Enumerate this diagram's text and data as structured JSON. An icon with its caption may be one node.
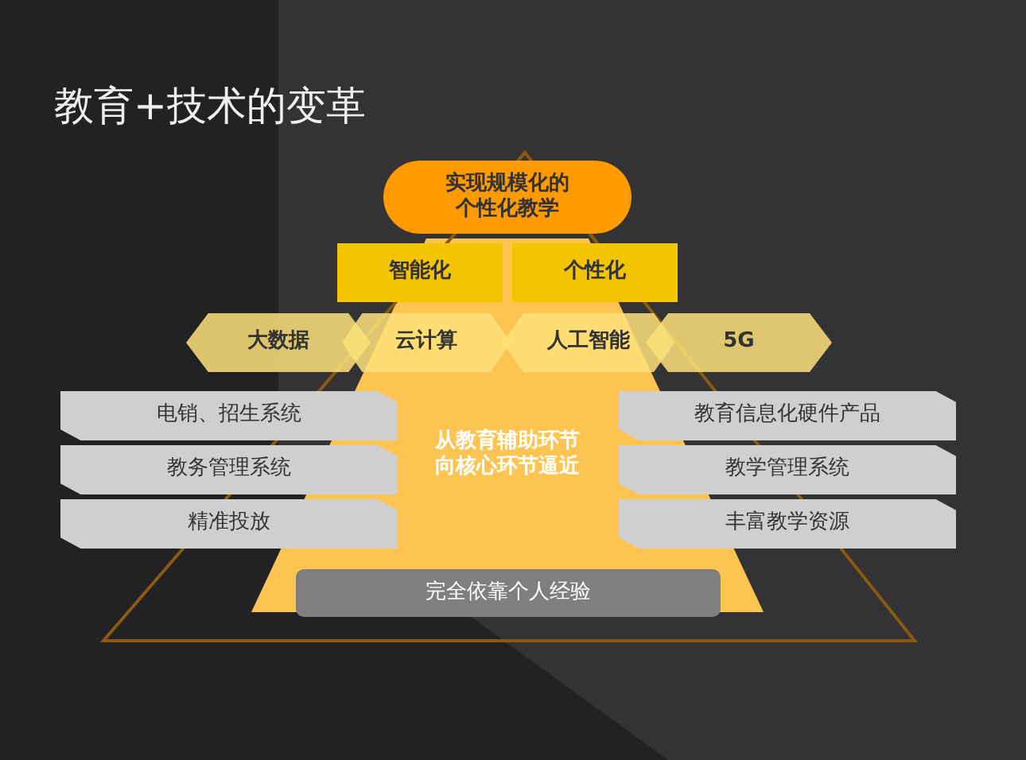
{
  "diagram": {
    "title": "教育+技术的变革",
    "nodes": [
      {
        "text": [
          "实现规模化的个性化教学"
        ]
      },
      {
        "text": [
          "智能化"
        ]
      },
      {
        "text": [
          "个性化"
        ]
      },
      {
        "text": [
          "大数据"
        ]
      },
      {
        "text": [
          "云计算"
        ]
      },
      {
        "text": [
          "人工智能"
        ]
      },
      {
        "text": [
          "5G"
        ]
      },
      {
        "text": [
          "从教育辅助环节向核心环节逼近"
        ]
      },
      {
        "text": [
          "电销、招生系统"
        ]
      },
      {
        "text": [
          "教育信息化硬件产品"
        ]
      },
      {
        "text": [
          "教务管理系统"
        ]
      },
      {
        "text": [
          "教学管理系统"
        ]
      },
      {
        "text": [
          "精准投放"
        ]
      },
      {
        "text": [
          "丰富教学资源"
        ]
      },
      {
        "text": [
          "完全依靠个人经验"
        ]
      }
    ]
  }
}
